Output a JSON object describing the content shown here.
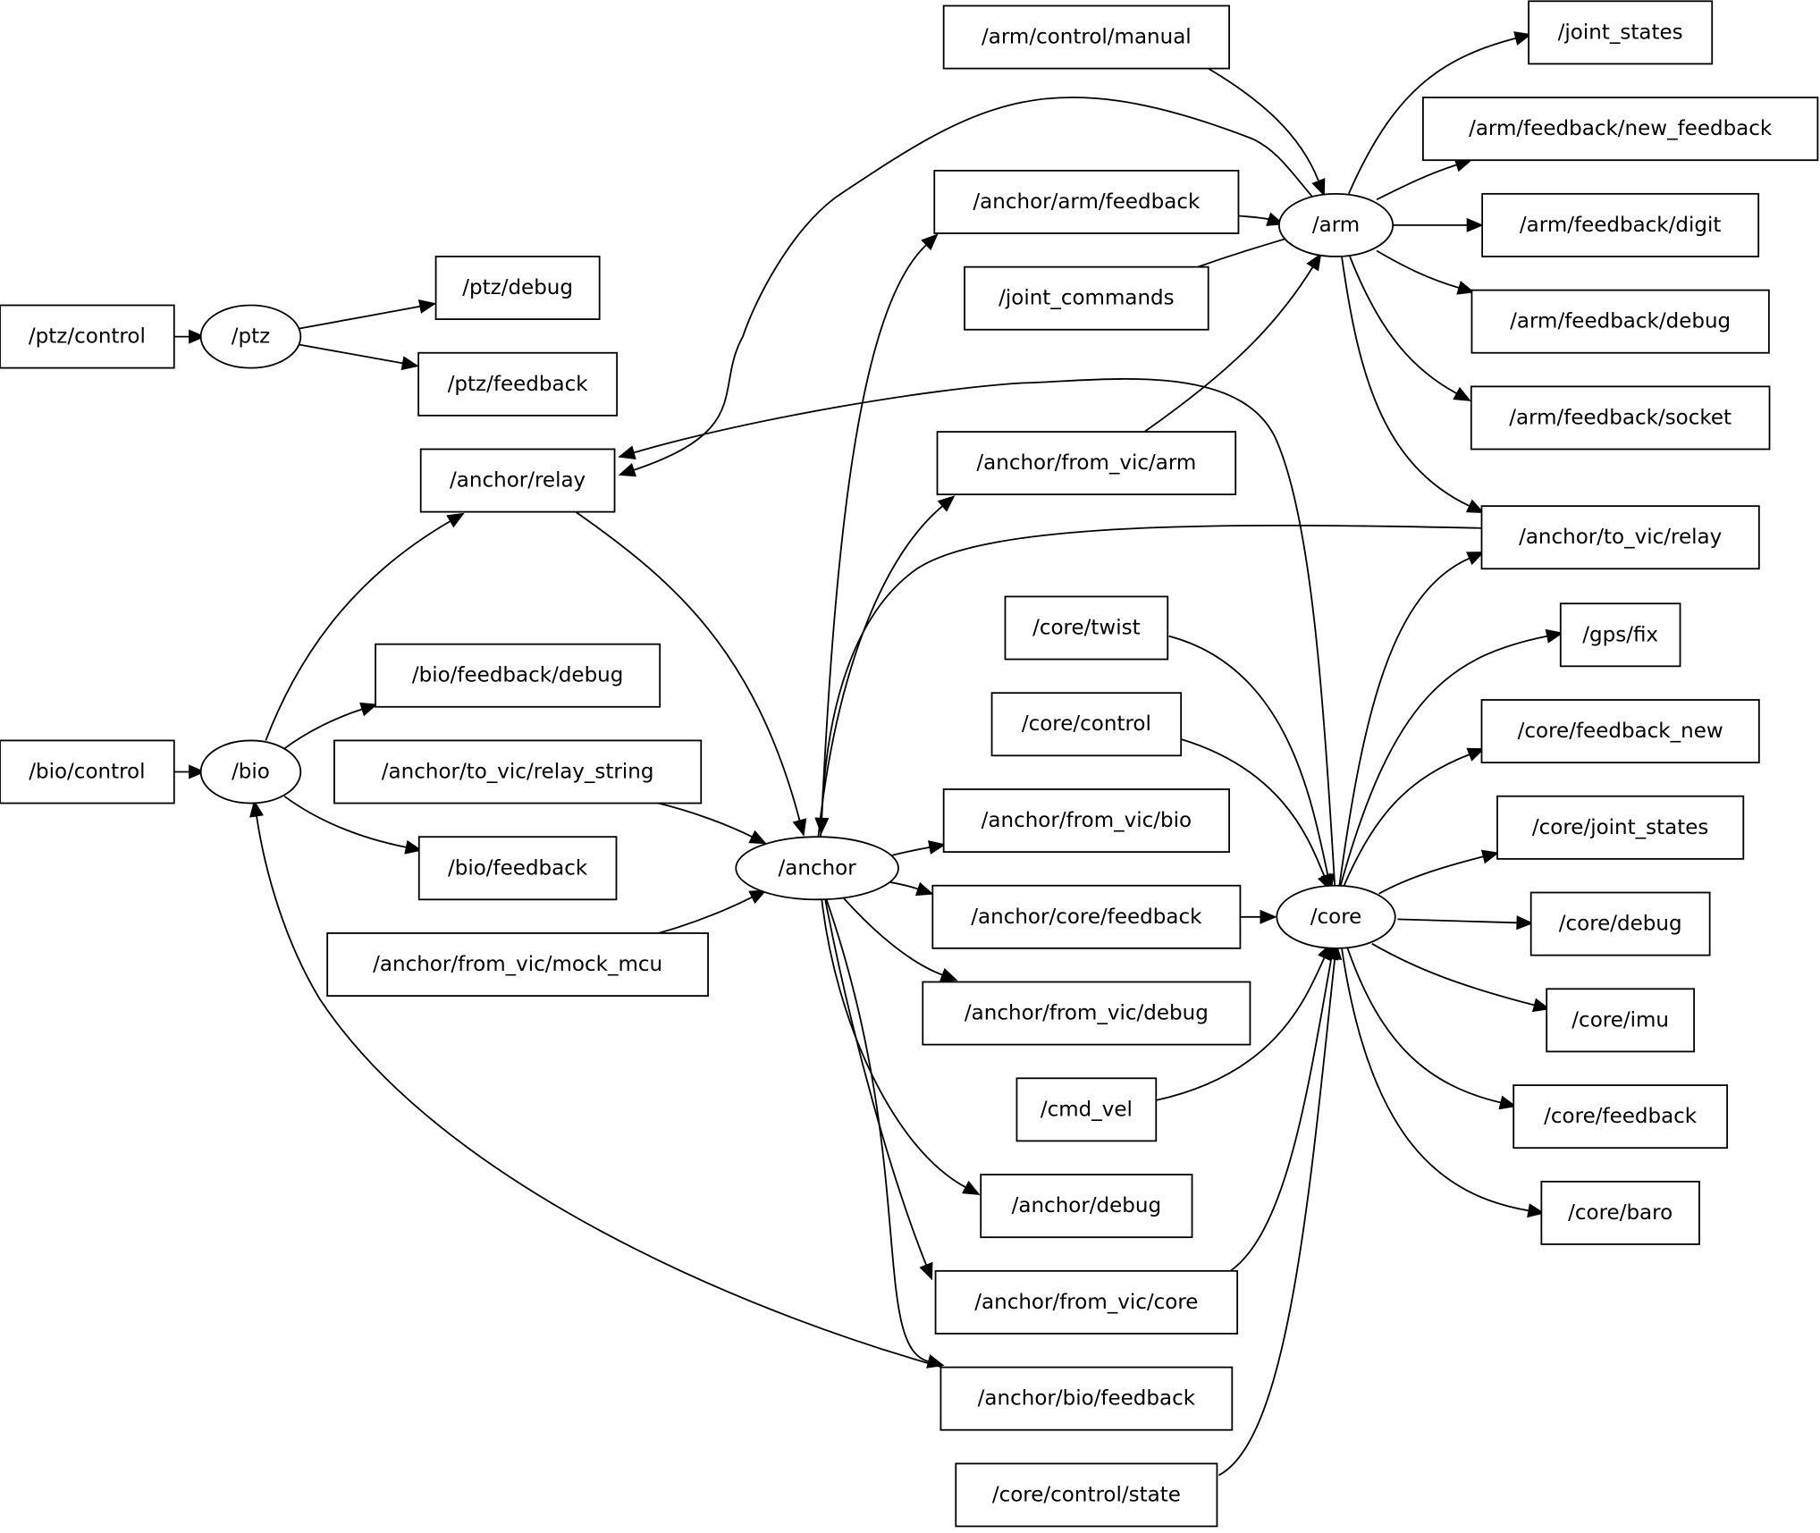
{
  "graph": {
    "nodes": [
      {
        "id": "arm_control_manual",
        "label": "/arm/control/manual",
        "kind": "topic"
      },
      {
        "id": "joint_states",
        "label": "/joint_states",
        "kind": "topic"
      },
      {
        "id": "arm_feedback_new_feedback",
        "label": "/arm/feedback/new_feedback",
        "kind": "topic"
      },
      {
        "id": "anchor_arm_feedback",
        "label": "/anchor/arm/feedback",
        "kind": "topic"
      },
      {
        "id": "arm",
        "label": "/arm",
        "kind": "node"
      },
      {
        "id": "arm_feedback_digit",
        "label": "/arm/feedback/digit",
        "kind": "topic"
      },
      {
        "id": "joint_commands",
        "label": "/joint_commands",
        "kind": "topic"
      },
      {
        "id": "arm_feedback_debug",
        "label": "/arm/feedback/debug",
        "kind": "topic"
      },
      {
        "id": "ptz_debug",
        "label": "/ptz/debug",
        "kind": "topic"
      },
      {
        "id": "ptz_control",
        "label": "/ptz/control",
        "kind": "topic"
      },
      {
        "id": "ptz",
        "label": "/ptz",
        "kind": "node"
      },
      {
        "id": "ptz_feedback",
        "label": "/ptz/feedback",
        "kind": "topic"
      },
      {
        "id": "arm_feedback_socket",
        "label": "/arm/feedback/socket",
        "kind": "topic"
      },
      {
        "id": "anchor_from_vic_arm",
        "label": "/anchor/from_vic/arm",
        "kind": "topic"
      },
      {
        "id": "anchor_relay",
        "label": "/anchor/relay",
        "kind": "topic"
      },
      {
        "id": "anchor_to_vic_relay",
        "label": "/anchor/to_vic/relay",
        "kind": "topic"
      },
      {
        "id": "core_twist",
        "label": "/core/twist",
        "kind": "topic"
      },
      {
        "id": "gps_fix",
        "label": "/gps/fix",
        "kind": "topic"
      },
      {
        "id": "bio_feedback_debug",
        "label": "/bio/feedback/debug",
        "kind": "topic"
      },
      {
        "id": "core_control",
        "label": "/core/control",
        "kind": "topic"
      },
      {
        "id": "core_feedback_new",
        "label": "/core/feedback_new",
        "kind": "topic"
      },
      {
        "id": "bio_control",
        "label": "/bio/control",
        "kind": "topic"
      },
      {
        "id": "bio",
        "label": "/bio",
        "kind": "node"
      },
      {
        "id": "anchor_to_vic_relay_string",
        "label": "/anchor/to_vic/relay_string",
        "kind": "topic"
      },
      {
        "id": "anchor_from_vic_bio",
        "label": "/anchor/from_vic/bio",
        "kind": "topic"
      },
      {
        "id": "core_joint_states",
        "label": "/core/joint_states",
        "kind": "topic"
      },
      {
        "id": "bio_feedback",
        "label": "/bio/feedback",
        "kind": "topic"
      },
      {
        "id": "anchor",
        "label": "/anchor",
        "kind": "node"
      },
      {
        "id": "anchor_core_feedback",
        "label": "/anchor/core/feedback",
        "kind": "topic"
      },
      {
        "id": "core",
        "label": "/core",
        "kind": "node"
      },
      {
        "id": "core_debug",
        "label": "/core/debug",
        "kind": "topic"
      },
      {
        "id": "anchor_from_vic_mock_mcu",
        "label": "/anchor/from_vic/mock_mcu",
        "kind": "topic"
      },
      {
        "id": "anchor_from_vic_debug",
        "label": "/anchor/from_vic/debug",
        "kind": "topic"
      },
      {
        "id": "core_imu",
        "label": "/core/imu",
        "kind": "topic"
      },
      {
        "id": "cmd_vel",
        "label": "/cmd_vel",
        "kind": "topic"
      },
      {
        "id": "core_feedback",
        "label": "/core/feedback",
        "kind": "topic"
      },
      {
        "id": "anchor_debug",
        "label": "/anchor/debug",
        "kind": "topic"
      },
      {
        "id": "core_baro",
        "label": "/core/baro",
        "kind": "topic"
      },
      {
        "id": "anchor_from_vic_core",
        "label": "/anchor/from_vic/core",
        "kind": "topic"
      },
      {
        "id": "anchor_bio_feedback",
        "label": "/anchor/bio/feedback",
        "kind": "topic"
      },
      {
        "id": "core_control_state",
        "label": "/core/control/state",
        "kind": "topic"
      }
    ],
    "edges": [
      {
        "from": "ptz_control",
        "to": "ptz"
      },
      {
        "from": "ptz",
        "to": "ptz_debug"
      },
      {
        "from": "ptz",
        "to": "ptz_feedback"
      },
      {
        "from": "bio_control",
        "to": "bio"
      },
      {
        "from": "bio",
        "to": "anchor_relay"
      },
      {
        "from": "bio",
        "to": "bio_feedback_debug"
      },
      {
        "from": "bio",
        "to": "bio_feedback"
      },
      {
        "from": "anchor_bio_feedback",
        "to": "bio"
      },
      {
        "from": "anchor_relay",
        "to": "anchor"
      },
      {
        "from": "anchor_to_vic_relay_string",
        "to": "anchor"
      },
      {
        "from": "anchor_from_vic_mock_mcu",
        "to": "anchor"
      },
      {
        "from": "anchor",
        "to": "anchor_arm_feedback"
      },
      {
        "from": "anchor",
        "to": "anchor_from_vic_arm"
      },
      {
        "from": "anchor_to_vic_relay",
        "to": "anchor"
      },
      {
        "from": "anchor",
        "to": "anchor_from_vic_bio"
      },
      {
        "from": "anchor",
        "to": "anchor_core_feedback"
      },
      {
        "from": "anchor",
        "to": "anchor_from_vic_debug"
      },
      {
        "from": "anchor",
        "to": "anchor_debug"
      },
      {
        "from": "anchor",
        "to": "anchor_from_vic_core"
      },
      {
        "from": "anchor",
        "to": "anchor_bio_feedback"
      },
      {
        "from": "arm_control_manual",
        "to": "arm"
      },
      {
        "from": "anchor_arm_feedback",
        "to": "arm"
      },
      {
        "from": "joint_commands",
        "to": "arm"
      },
      {
        "from": "anchor_from_vic_arm",
        "to": "arm"
      },
      {
        "from": "arm",
        "to": "joint_states"
      },
      {
        "from": "arm",
        "to": "arm_feedback_new_feedback"
      },
      {
        "from": "arm",
        "to": "arm_feedback_digit"
      },
      {
        "from": "arm",
        "to": "arm_feedback_debug"
      },
      {
        "from": "arm",
        "to": "arm_feedback_socket"
      },
      {
        "from": "arm",
        "to": "anchor_to_vic_relay"
      },
      {
        "from": "arm",
        "to": "anchor_relay"
      },
      {
        "from": "core",
        "to": "anchor_relay"
      },
      {
        "from": "core_twist",
        "to": "core"
      },
      {
        "from": "core_control",
        "to": "core"
      },
      {
        "from": "anchor_core_feedback",
        "to": "core"
      },
      {
        "from": "cmd_vel",
        "to": "core"
      },
      {
        "from": "anchor_from_vic_core",
        "to": "core"
      },
      {
        "from": "core_control_state",
        "to": "core"
      },
      {
        "from": "core",
        "to": "anchor_to_vic_relay"
      },
      {
        "from": "core",
        "to": "gps_fix"
      },
      {
        "from": "core",
        "to": "core_feedback_new"
      },
      {
        "from": "core",
        "to": "core_joint_states"
      },
      {
        "from": "core",
        "to": "core_debug"
      },
      {
        "from": "core",
        "to": "core_imu"
      },
      {
        "from": "core",
        "to": "core_feedback"
      },
      {
        "from": "core",
        "to": "core_baro"
      }
    ]
  }
}
